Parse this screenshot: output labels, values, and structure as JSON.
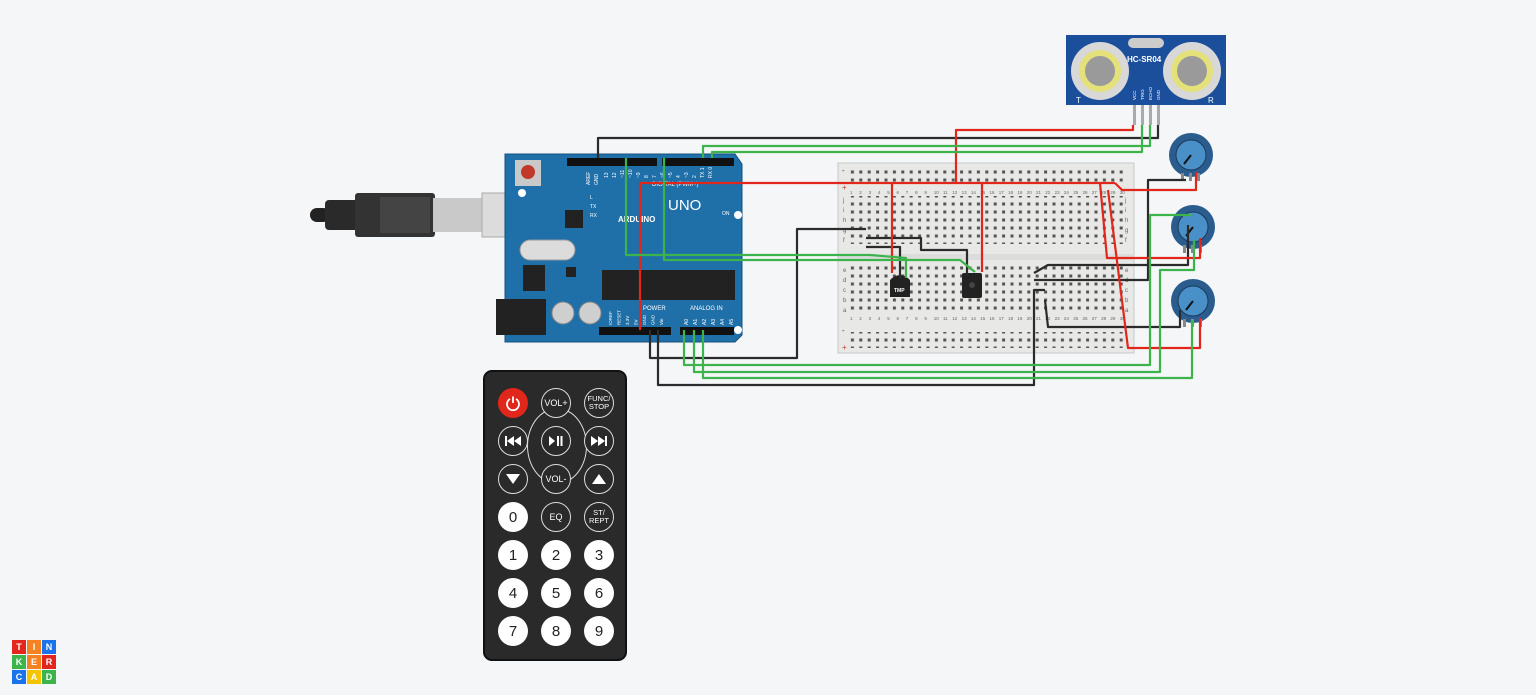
{
  "logo": {
    "letters": [
      "T",
      "I",
      "N",
      "K",
      "E",
      "R",
      "C",
      "A",
      "D"
    ],
    "colors": [
      "#e1261c",
      "#f58220",
      "#1a73e8",
      "#3cb44b",
      "#f58220",
      "#e1261c",
      "#1a73e8",
      "#f5c400",
      "#3cb44b"
    ]
  },
  "arduino": {
    "brand": "ARDUINO",
    "model": "UNO",
    "digital_header": "DIGITAL (PWM~)",
    "power_header": "POWER",
    "analog_header": "ANALOG IN",
    "left_labels": [
      "AREF",
      "GND"
    ],
    "digital_pins": [
      "13",
      "12",
      "~11",
      "~10",
      "~9",
      "8",
      "7",
      "~6",
      "~5",
      "4",
      "~3",
      "2",
      "TX 1",
      "RX 0"
    ],
    "power_pins": [
      "IOREF",
      "RESET",
      "3.3V",
      "5V",
      "GND",
      "GND",
      "Vin"
    ],
    "analog_pins": [
      "A0",
      "A1",
      "A2",
      "A3",
      "A4",
      "A5"
    ],
    "led_labels": [
      "L",
      "TX",
      "RX"
    ],
    "on_label": "ON"
  },
  "sensor": {
    "model": "HC-SR04",
    "pins": [
      "VCC",
      "TRIG",
      "ECHO",
      "GND"
    ],
    "t_label": "T",
    "r_label": "R"
  },
  "tmp_label": "TMP",
  "breadboard": {
    "row_letters_top": [
      "j",
      "i",
      "h",
      "g",
      "f"
    ],
    "row_letters_bottom": [
      "e",
      "d",
      "c",
      "b",
      "a"
    ],
    "columns": [
      "1",
      "2",
      "3",
      "4",
      "5",
      "6",
      "7",
      "8",
      "9",
      "10",
      "11",
      "12",
      "13",
      "14",
      "15",
      "16",
      "17",
      "18",
      "19",
      "20",
      "21",
      "22",
      "23",
      "24",
      "25",
      "26",
      "27",
      "28",
      "29",
      "30"
    ],
    "rail_minus": "-",
    "rail_plus": "+"
  },
  "remote": {
    "buttons": [
      {
        "id": "power",
        "label": "",
        "icon": "power-icon"
      },
      {
        "id": "vol-up",
        "label": "VOL+"
      },
      {
        "id": "func-stop",
        "label": "FUNC/ STOP"
      },
      {
        "id": "prev",
        "label": "",
        "icon": "skip-back-icon"
      },
      {
        "id": "play-pause",
        "label": "",
        "icon": "play-pause-icon"
      },
      {
        "id": "next",
        "label": "",
        "icon": "skip-forward-icon"
      },
      {
        "id": "down",
        "label": "",
        "icon": "triangle-down-icon"
      },
      {
        "id": "vol-down",
        "label": "VOL-"
      },
      {
        "id": "up",
        "label": "",
        "icon": "triangle-up-icon"
      },
      {
        "id": "zero",
        "label": "0"
      },
      {
        "id": "eq",
        "label": "EQ"
      },
      {
        "id": "st-rept",
        "label": "ST/ REPT"
      },
      {
        "id": "one",
        "label": "1"
      },
      {
        "id": "two",
        "label": "2"
      },
      {
        "id": "three",
        "label": "3"
      },
      {
        "id": "four",
        "label": "4"
      },
      {
        "id": "five",
        "label": "5"
      },
      {
        "id": "six",
        "label": "6"
      },
      {
        "id": "seven",
        "label": "7"
      },
      {
        "id": "eight",
        "label": "8"
      },
      {
        "id": "nine",
        "label": "9"
      }
    ]
  },
  "colors": {
    "board": "#1f6fa9",
    "wire_red": "#e1261c",
    "wire_green": "#3cb44b",
    "wire_black": "#2b2b2b",
    "breadboard": "#e8e8e6",
    "sensor": "#1b4f9c",
    "pot": "#2a5c8e"
  }
}
